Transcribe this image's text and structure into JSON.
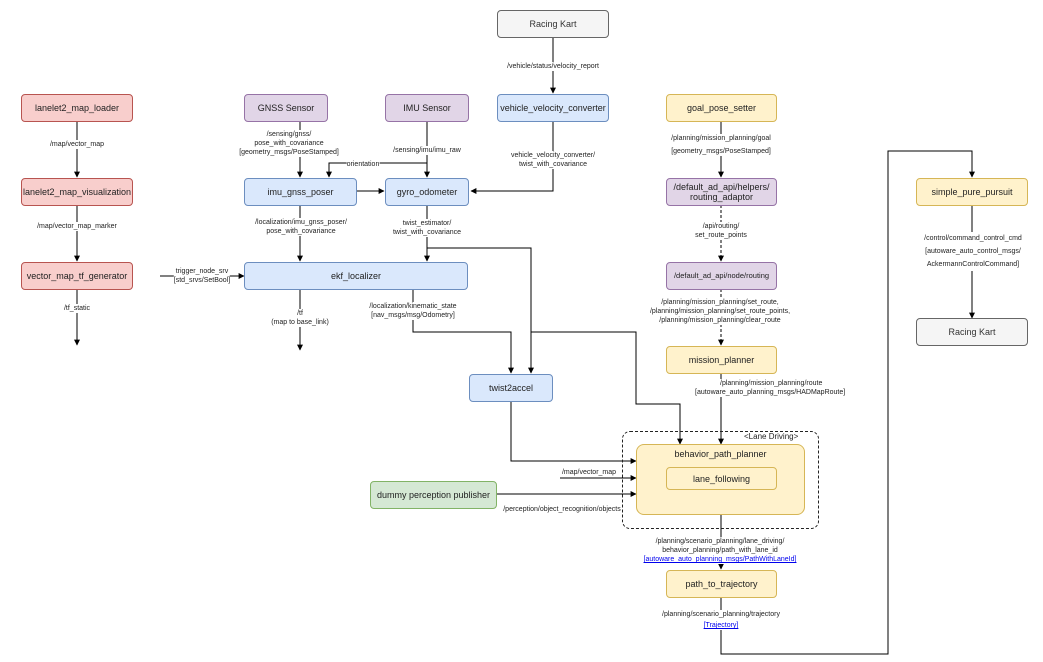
{
  "nodes": {
    "racing_kart_top": "Racing Kart",
    "lanelet2_map_loader": "lanelet2_map_loader",
    "lanelet2_map_visualization": "lanelet2_map_visualization",
    "vector_map_tf_generator": "vector_map_tf_generator",
    "gnss_sensor": "GNSS Sensor",
    "imu_sensor": "IMU Sensor",
    "vehicle_velocity_converter": "vehicle_velocity_converter",
    "imu_gnss_poser": "imu_gnss_poser",
    "gyro_odometer": "gyro_odometer",
    "ekf_localizer": "ekf_localizer",
    "twist2accel": "twist2accel",
    "goal_pose_setter": "goal_pose_setter",
    "routing_adaptor": [
      "/default_ad_api/helpers/",
      "routing_adaptor"
    ],
    "default_ad_api_routing": "/default_ad_api/node/routing",
    "mission_planner": "mission_planner",
    "behavior_path_planner": "behavior_path_planner",
    "lane_following": "lane_following",
    "dummy_perception_publisher": "dummy perception publisher",
    "path_to_trajectory": "path_to_trajectory",
    "simple_pure_pursuit": "simple_pure_pursuit",
    "racing_kart_bottom": "Racing Kart"
  },
  "group": {
    "title": "<Lane Driving>"
  },
  "labels": {
    "map_vector_map": "/map/vector_map",
    "map_vector_map_marker": "/map/vector_map_marker",
    "tf_static": "/tf_static",
    "gnss_topic": [
      "/sensing/gnss/",
      "pose_with_covariance",
      "[geometry_msgs/PoseStamped]"
    ],
    "imu_topic": "/sensing/imu/imu_raw",
    "orientation": "orientation",
    "vehicle_velocity_report": "/vehicle/status/velocity_report",
    "vvc_twist": [
      "vehicle_velocity_converter/",
      "twist_with_covariance"
    ],
    "imu_gnss_pose": [
      "/localization/imu_gnss_poser/",
      "pose_with_covariance"
    ],
    "twist_estimator": [
      "twist_estimator/",
      "twist_with_covariance"
    ],
    "trigger_node": [
      "trigger_node_srv",
      "[std_srvs/SetBool]"
    ],
    "tf_map": [
      "/tf",
      "(map to base_link)"
    ],
    "kinematic_state": [
      "/localization/kinematic_state",
      "[nav_msgs/msg/Odometry]"
    ],
    "goal_topic": [
      "/planning/mission_planning/goal",
      "[geometry_msgs/PoseStamped]"
    ],
    "api_routing": [
      "/api/routing/",
      "set_route_points"
    ],
    "set_route": [
      "/planning/mission_planning/set_route,",
      "/planning/mission_planning/set_route_points,",
      "/planning/mission_planning/clear_route"
    ],
    "route_topic": [
      "/planning/mission_planning/route",
      "[autoware_auto_planning_msgs/HADMapRoute]"
    ],
    "bpp_map": "/map/vector_map",
    "perception_objects": "/perception/object_recognition/objects",
    "path_with_lane_id": [
      "/planning/scenario_planning/lane_driving/",
      "behavior_planning/path_with_lane_id"
    ],
    "path_with_lane_id_link": "[autoware_auto_planning_msgs/PathWithLaneId]",
    "trajectory_topic": "/planning/scenario_planning/trajectory",
    "trajectory_link": "[Trajectory]",
    "control_cmd": [
      "/control/command_control_cmd",
      "[autoware_auto_control_msgs/",
      "AckermannControlCommand]"
    ]
  }
}
